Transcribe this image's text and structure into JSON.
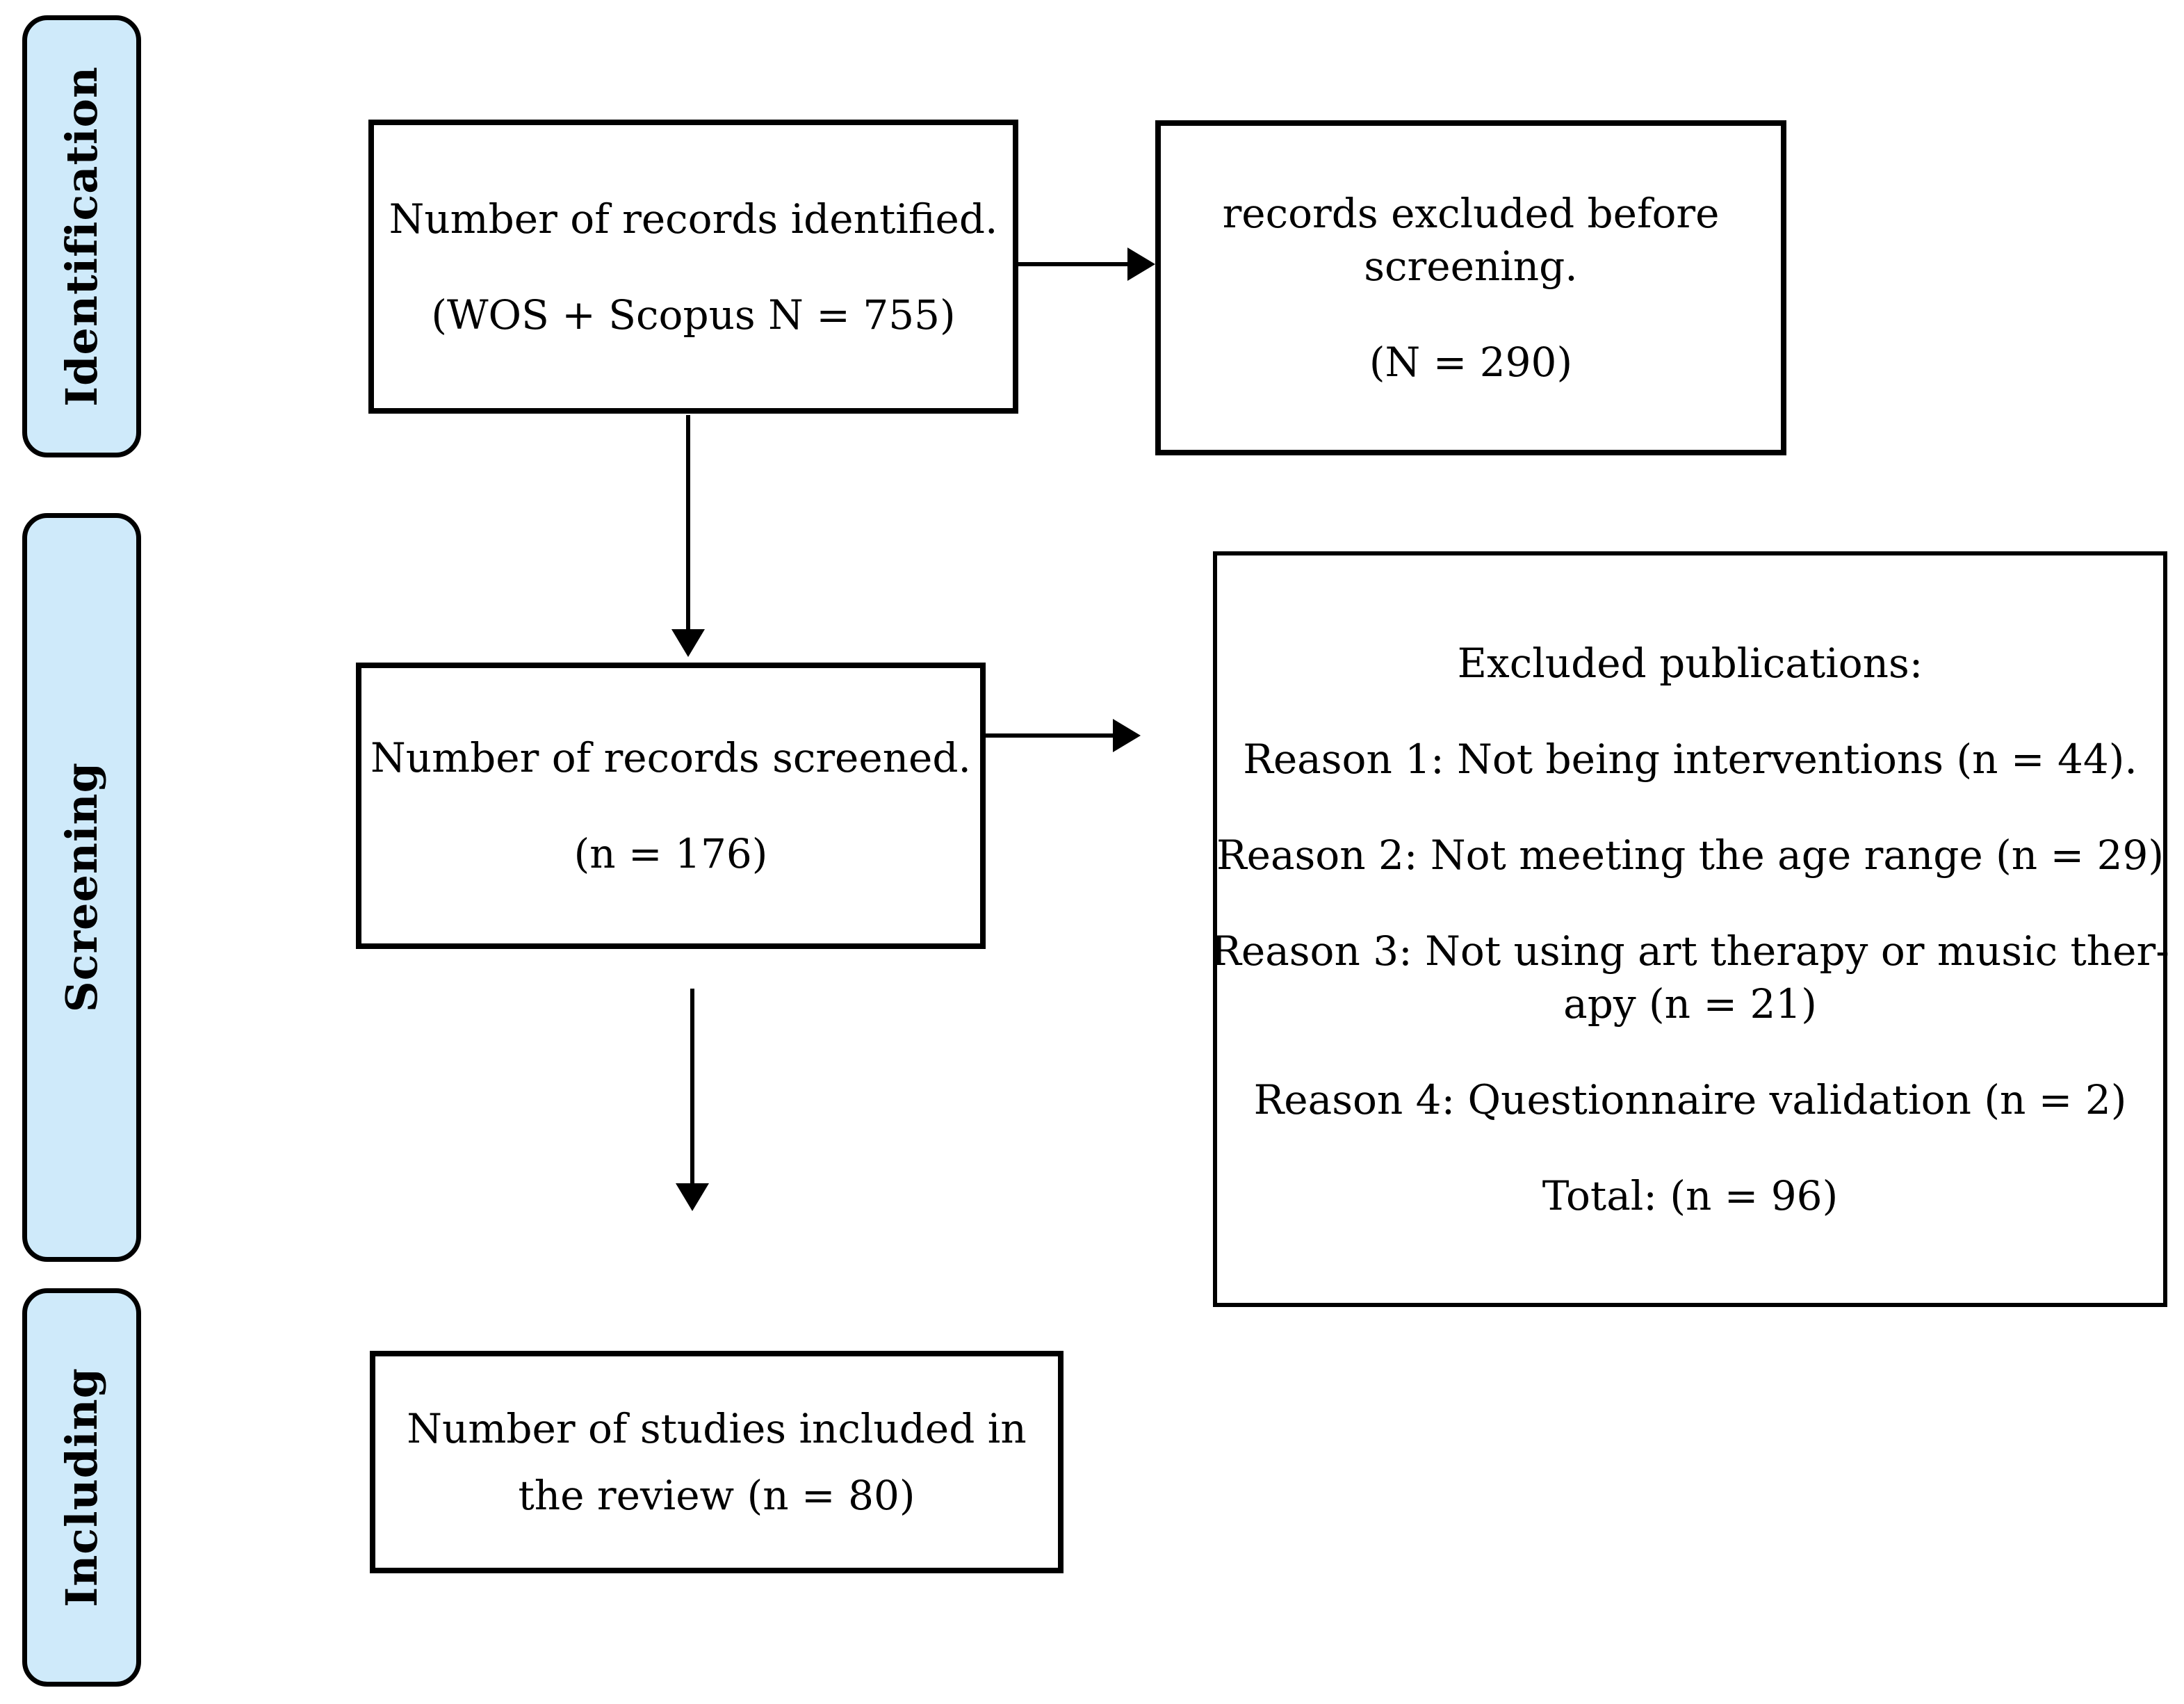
{
  "diagram": {
    "type": "prisma-flow",
    "stages": [
      {
        "id": "identification",
        "label": "Identification"
      },
      {
        "id": "screening",
        "label": "Screening"
      },
      {
        "id": "including",
        "label": "Including"
      }
    ],
    "colors": {
      "stage_fill": "#cfeafa",
      "stage_border": "#000000",
      "box_border": "#000000",
      "background": "#ffffff",
      "text": "#000000"
    }
  },
  "boxes": {
    "identified": {
      "paragraphs": [
        [
          "Number of records identified."
        ],
        [
          "(WOS + Scopus N = 755)"
        ]
      ]
    },
    "excluded_before_screening": {
      "paragraphs": [
        [
          "records excluded before",
          "screening."
        ],
        [
          "(N = 290)"
        ]
      ]
    },
    "screened": {
      "paragraphs": [
        [
          "Number of records screened."
        ],
        [
          "(n = 176)"
        ]
      ]
    },
    "excluded_publications": {
      "paragraphs": [
        [
          "Excluded publications:"
        ],
        [
          "Reason 1: Not being interventions (n = 44)."
        ],
        [
          "Reason 2: Not meeting the age range (n = 29)"
        ],
        [
          "Reason 3: Not using art therapy or music ther-",
          "apy (n = 21)"
        ],
        [
          "Reason 4: Questionnaire validation (n = 2)"
        ],
        [
          "Total: (n = 96)"
        ]
      ]
    },
    "included": {
      "paragraphs": [
        [
          "Number of studies included in",
          "the review (n = 80)"
        ]
      ]
    }
  },
  "counts": {
    "identified_total": 755,
    "excluded_before_screening": 290,
    "screened": 176,
    "reason1_not_interventions": 44,
    "reason2_age_range": 29,
    "reason3_not_art_or_music_therapy": 21,
    "reason4_questionnaire_validation": 2,
    "total_excluded": 96,
    "included_in_review": 80
  }
}
